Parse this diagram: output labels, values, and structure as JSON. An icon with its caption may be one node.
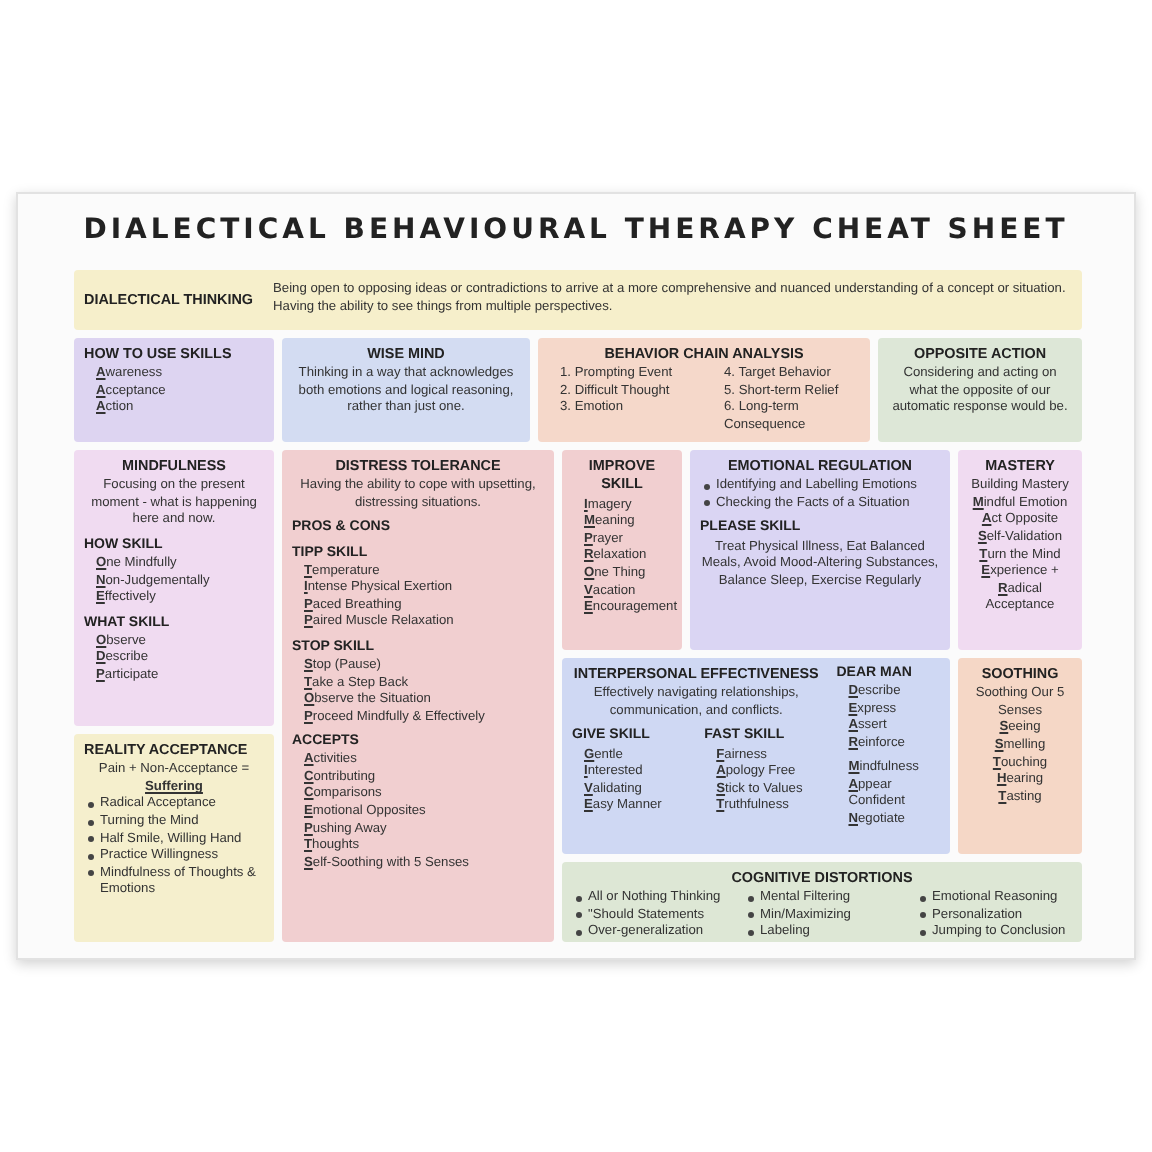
{
  "diagram": {
    "title": "DIALECTICAL BEHAVIOURAL THERAPY CHEAT SHEET",
    "nodes": [
      {
        "text": [
          "DIALECTICAL THINKING",
          "Being open to opposing ideas or contradictions to arrive at a more comprehensive and nuanced understanding of a concept or situation. Having the ability to see things from multiple perspectives."
        ]
      },
      {
        "text": [
          "HOW TO USE SKILLS",
          "Awareness",
          "Acceptance",
          "Action"
        ]
      },
      {
        "text": [
          "WISE MIND",
          "Thinking in a way that acknowledges both emotions and logical reasoning, rather than just one."
        ]
      },
      {
        "text": [
          "BEHAVIOR CHAIN ANALYSIS",
          "1. Prompting Event",
          "2. Difficult Thought",
          "3. Emotion",
          "4. Target Behavior",
          "5. Short-term Relief",
          "6. Long-term Consequence"
        ]
      },
      {
        "text": [
          "OPPOSITE ACTION",
          "Considering and acting on what the opposite of our automatic response would be."
        ]
      },
      {
        "text": [
          "MINDFULNESS",
          "Focusing on the present moment - what is happening here and now.",
          "HOW SKILL",
          "One Mindfully",
          "Non-Judgementally",
          "Effectively",
          "WHAT SKILL",
          "Observe",
          "Describe",
          "Participate"
        ]
      },
      {
        "text": [
          "DISTRESS TOLERANCE",
          "Having the ability to cope with upsetting, distressing situations.",
          "PROS & CONS",
          "TIPP SKILL",
          "Temperature",
          "Intense Physical Exertion",
          "Paced Breathing",
          "Paired Muscle Relaxation",
          "STOP SKILL",
          "Stop (Pause)",
          "Take a Step Back",
          "Observe the Situation",
          "Proceed Mindfully & Effectively",
          "ACCEPTS",
          "Activities",
          "Contributing",
          "Comparisons",
          "Emotional Opposites",
          "Pushing Away",
          "Thoughts",
          "Self-Soothing with 5 Senses"
        ]
      },
      {
        "text": [
          "IMPROVE SKILL",
          "Imagery",
          "Meaning",
          "Prayer",
          "Relaxation",
          "One Thing",
          "Vacation",
          "Encouragement"
        ]
      },
      {
        "text": [
          "EMOTIONAL REGULATION",
          "Identifying and Labelling Emotions",
          "Checking the Facts of a Situation",
          "PLEASE SKILL",
          "Treat Physical Illness, Eat Balanced Meals, Avoid Mood-Altering Substances, Balance Sleep, Exercise Regularly"
        ]
      },
      {
        "text": [
          "MASTERY",
          "Building Mastery",
          "Mindful Emotion",
          "Act Opposite",
          "Self-Validation",
          "Turn the Mind",
          "Experience +",
          "Radical Acceptance"
        ]
      },
      {
        "text": [
          "REALITY ACCEPTANCE",
          "Pain + Non-Acceptance = **Suffering**",
          "Radical Acceptance",
          "Turning the Mind",
          "Half Smile, Willing Hand",
          "Practice Willingness",
          "Mindfulness of Thoughts & Emotions"
        ]
      },
      {
        "text": [
          "INTERPERSONAL EFFECTIVENESS",
          "Effectively navigating relationships, communication, and conflicts.",
          "GIVE SKILL",
          "Gentle",
          "Interested",
          "Validating",
          "Easy Manner",
          "FAST SKILL",
          "Fairness",
          "Apology Free",
          "Stick to Values",
          "Truthfulness",
          "DEAR MAN",
          "Describe",
          "Express",
          "Assert",
          "Reinforce",
          "Mindfulness",
          "Appear Confident",
          "Negotiate"
        ]
      },
      {
        "text": [
          "SOOTHING",
          "Soothing Our 5 Senses",
          "Seeing",
          "Smelling",
          "Touching",
          "Hearing",
          "Tasting"
        ]
      },
      {
        "text": [
          "COGNITIVE DISTORTIONS",
          "All or Nothing Thinking",
          "\"Should Statements",
          "Over-generalization",
          "Mental Filtering",
          "Min/Maximizing",
          "Labeling",
          "Emotional Reasoning",
          "Personalization",
          "Jumping to Conclusion"
        ]
      }
    ]
  }
}
